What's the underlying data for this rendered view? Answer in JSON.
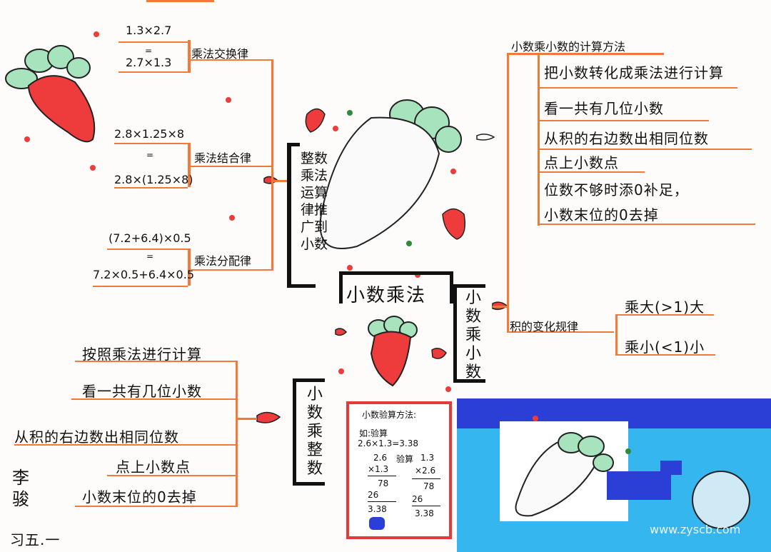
{
  "center": {
    "title": "小数乘法"
  },
  "branch_left_top": {
    "title_chars": "整数乘法运算律推广到小数",
    "laws": [
      {
        "name": "乘法交换律",
        "line1": "1.3×2.7",
        "eq": "=",
        "line2": "2.7×1.3"
      },
      {
        "name": "乘法结合律",
        "line1": "2.8×1.25×8",
        "eq": "=",
        "line2": "2.8×(1.25×8)"
      },
      {
        "name": "乘法分配律",
        "line1": "(7.2+6.4)×0.5",
        "eq": "=",
        "line2": "7.2×0.5+6.4×0.5"
      }
    ]
  },
  "branch_left_bottom": {
    "title_chars": "小数乘整数",
    "steps": [
      "按照乘法进行计算",
      "看一共有几位小数",
      "从积的右边数出相同位数",
      "点上小数点",
      "小数末位的0去掉"
    ]
  },
  "branch_right": {
    "title_chars": "小数乘小数",
    "method_title": "小数乘小数的计算方法",
    "steps": [
      "把小数转化成乘法进行计算",
      "看一共有几位小数",
      "从积的右边数出相同位数",
      "点上小数点",
      "位数不够时添0补足，",
      "小数末位的0去掉"
    ],
    "change_title": "积的变化规律",
    "change_rules": [
      "乘大(>1)大",
      "乘小(<1)小"
    ]
  },
  "check_card": {
    "title": "小数验算方法:",
    "example": "如:验算",
    "equation": "2.6×1.3=3.38",
    "left": {
      "a": "2.6",
      "b": "×1.3",
      "p1": "78",
      "p2": "26",
      "result": "3.38"
    },
    "check_label": "验算",
    "right": {
      "a": "1.3",
      "b": "×2.6",
      "p1": "78",
      "p2": "26",
      "result": "3.38"
    }
  },
  "author": {
    "name_chars": "李骏",
    "class": "习五.一"
  },
  "watermark": "www.zyscb.com",
  "colors": {
    "orange": "#f07a3a",
    "carrot_red": "#ee3b3b",
    "leaf_green": "#9fe0b4",
    "space_blue": "#2b3fd6",
    "sky_blue": "#35b6ef"
  }
}
